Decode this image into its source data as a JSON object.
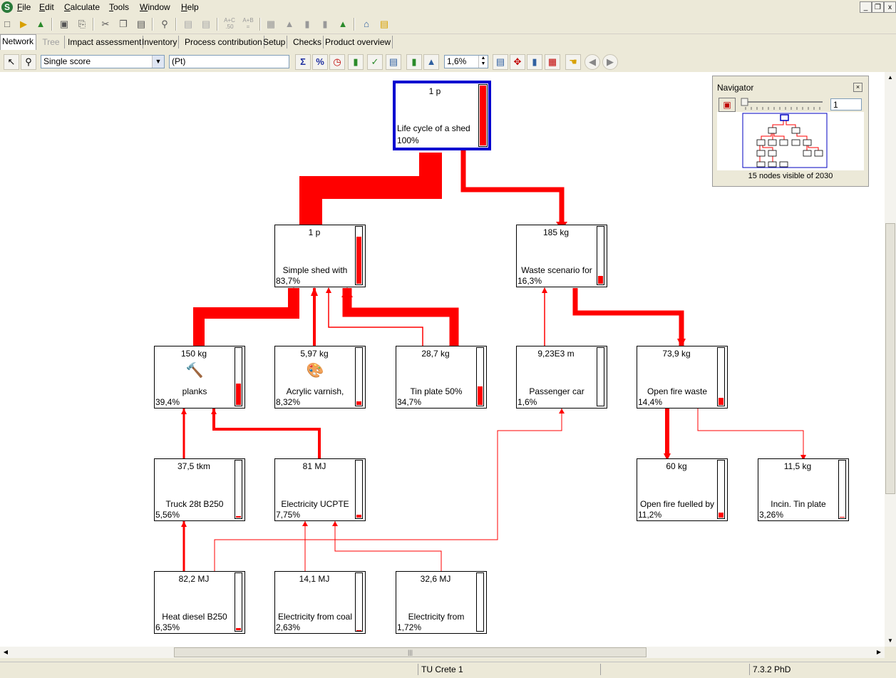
{
  "app": {
    "icon_letter": "S"
  },
  "menu": [
    "File",
    "Edit",
    "Calculate",
    "Tools",
    "Window",
    "Help"
  ],
  "window_buttons": [
    "_",
    "❐",
    "x"
  ],
  "toolbar1_icons": [
    "new-icon",
    "open-icon",
    "import-icon",
    "save-icon",
    "print-icon",
    "cut-icon",
    "copy-icon",
    "paste-icon",
    "find-icon",
    "calc-a-icon",
    "calc-b-icon",
    "network-icon",
    "tree-icon",
    "bar-icon",
    "bar2-icon",
    "pyramid-icon",
    "home-icon",
    "folder-icon"
  ],
  "toolbar1_text": {
    "calc_a": "A+C\n.50",
    "calc_b": "A+B\n="
  },
  "tabs": [
    {
      "label": "Network",
      "active": true
    },
    {
      "label": "Tree",
      "disabled": true
    },
    {
      "label": "Impact assessment"
    },
    {
      "label": "Inventory"
    },
    {
      "label": "Process contribution"
    },
    {
      "label": "Setup"
    },
    {
      "label": "Checks"
    },
    {
      "label": "Product overview"
    }
  ],
  "toolbar2": {
    "method_select": "Single score",
    "unit_field": "(Pt)",
    "zoom_value": "1,6%",
    "sigma": "Σ",
    "percent": "%"
  },
  "nodes": [
    {
      "id": "life",
      "amount": "1 p",
      "name": "Life cycle of a shed",
      "pct": "100%",
      "fill": 1.0,
      "selected": true
    },
    {
      "id": "shed",
      "amount": "1 p",
      "name": "Simple shed with",
      "pct": "83,7%",
      "fill": 0.837
    },
    {
      "id": "waste",
      "amount": "185 kg",
      "name": "Waste scenario for",
      "pct": "16,3%",
      "fill": 0.163
    },
    {
      "id": "planks",
      "amount": "150 kg",
      "name": "planks",
      "pct": "39,4%",
      "fill": 0.394,
      "icon": "planks-icon"
    },
    {
      "id": "varnish",
      "amount": "5,97 kg",
      "name": "Acrylic varnish,",
      "pct": "8,32%",
      "fill": 0.0832,
      "icon": "varnish-icon"
    },
    {
      "id": "tin",
      "amount": "28,7 kg",
      "name": "Tin plate 50%",
      "pct": "34,7%",
      "fill": 0.347
    },
    {
      "id": "car",
      "amount": "9,23E3 m",
      "name": "Passenger car",
      "pct": "1,6%",
      "fill": 0.016
    },
    {
      "id": "openfire",
      "amount": "73,9 kg",
      "name": "Open fire waste",
      "pct": "14,4%",
      "fill": 0.144
    },
    {
      "id": "truck",
      "amount": "37,5 tkm",
      "name": "Truck 28t B250",
      "pct": "5,56%",
      "fill": 0.0556
    },
    {
      "id": "elec",
      "amount": "81 MJ",
      "name": "Electricity UCPTE",
      "pct": "7,75%",
      "fill": 0.0775
    },
    {
      "id": "fuelled",
      "amount": "60 kg",
      "name": "Open fire fuelled by",
      "pct": "11,2%",
      "fill": 0.112
    },
    {
      "id": "incin",
      "amount": "11,5 kg",
      "name": "Incin. Tin plate",
      "pct": "3,26%",
      "fill": 0.0326
    },
    {
      "id": "heat",
      "amount": "82,2 MJ",
      "name": "Heat diesel B250",
      "pct": "6,35%",
      "fill": 0.0635
    },
    {
      "id": "coal",
      "amount": "14,1 MJ",
      "name": "Electricity from coal",
      "pct": "2,63%",
      "fill": 0.0263
    },
    {
      "id": "elecfrom",
      "amount": "32,6 MJ",
      "name": "Electricity from",
      "pct": "1,72%",
      "fill": 0.0172
    }
  ],
  "navigator": {
    "title": "Navigator",
    "zoom_input": "1",
    "status": "15 nodes visible of 2030"
  },
  "statusbar": {
    "project": "TU Crete 1",
    "version": "7.3.2 PhD"
  },
  "colors": {
    "flow": "#ff0000",
    "selection": "#0000d0"
  }
}
